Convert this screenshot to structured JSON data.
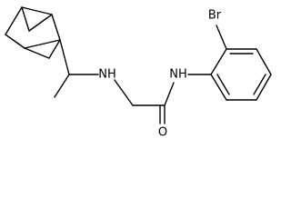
{
  "structure": {
    "atoms": {
      "nh_amine": "NH",
      "nh_amide": "NH",
      "oxygen": "O",
      "bromine": "Br"
    }
  }
}
